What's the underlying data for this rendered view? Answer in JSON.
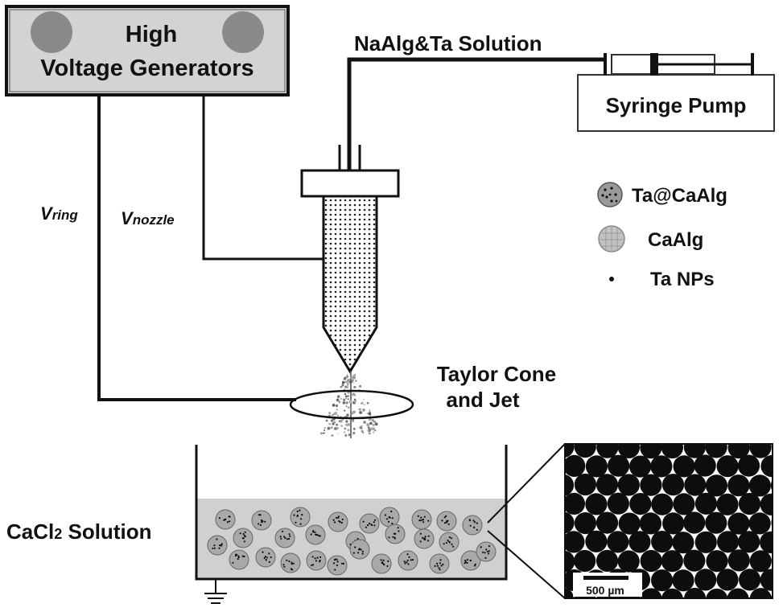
{
  "generator": {
    "line1": "High",
    "line2": "Voltage Generators"
  },
  "solution_label": "NaAlg&Ta Solution",
  "syringe_pump_label": "Syringe Pump",
  "voltages": {
    "ring_symbol": "V",
    "ring_subscript": "ring",
    "nozzle_symbol": "V",
    "nozzle_subscript": "nozzle"
  },
  "taylor_label": {
    "line1": "Taylor Cone",
    "line2": "and Jet"
  },
  "legend": [
    {
      "key": "ta-caalg",
      "label": "Ta@CaAlg"
    },
    {
      "key": "caalg",
      "label": "CaAlg"
    },
    {
      "key": "ta-nps",
      "label": "Ta NPs"
    }
  ],
  "bath_label": {
    "prefix": "CaCl",
    "subscript": "2",
    "suffix": " Solution"
  },
  "scale_bar_label": "500 µm",
  "colors": {
    "line": "#111111",
    "box_fill": "#d3d3d3",
    "bath_fill": "#d0d0d0",
    "bead_fill": "#a9a9a9",
    "micrograph_bg": "#ffffff",
    "micrograph_bead": "#0d0d0d"
  }
}
